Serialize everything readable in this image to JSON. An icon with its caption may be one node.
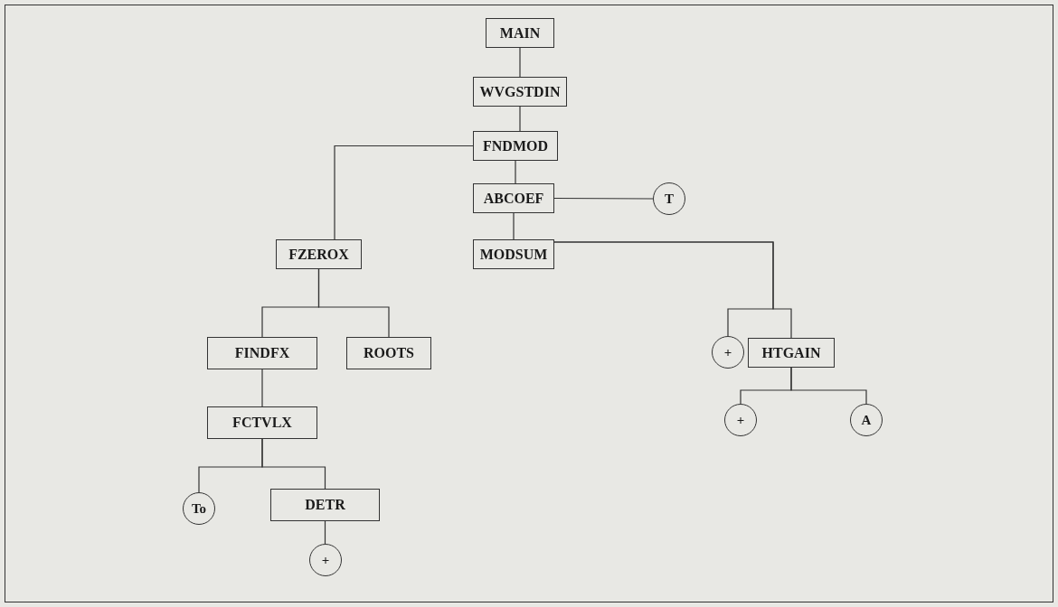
{
  "diagram": {
    "nodes": [
      {
        "text": [
          "MAIN"
        ]
      },
      {
        "text": [
          "WVGSTDIN"
        ]
      },
      {
        "text": [
          "FNDMOD"
        ]
      },
      {
        "text": [
          "ABCOEF"
        ]
      },
      {
        "text": [
          "T"
        ]
      },
      {
        "text": [
          "FZEROX"
        ]
      },
      {
        "text": [
          "MODSUM"
        ]
      },
      {
        "text": [
          "FINDFX"
        ]
      },
      {
        "text": [
          "ROOTS"
        ]
      },
      {
        "text": [
          "+"
        ]
      },
      {
        "text": [
          "HTGAIN"
        ]
      },
      {
        "text": [
          "FCTVLX"
        ]
      },
      {
        "text": [
          "+"
        ]
      },
      {
        "text": [
          "A"
        ]
      },
      {
        "text": [
          "To"
        ]
      },
      {
        "text": [
          "DETR"
        ]
      },
      {
        "text": [
          "+"
        ]
      }
    ],
    "edges": [
      {
        "from": 0,
        "to": 1,
        "arrow": "none"
      },
      {
        "from": 1,
        "to": 2,
        "arrow": "none"
      },
      {
        "from": 2,
        "to": 3,
        "arrow": "none"
      },
      {
        "from": 2,
        "to": 5,
        "arrow": "none"
      },
      {
        "from": 3,
        "to": 4,
        "arrow": "none"
      },
      {
        "from": 3,
        "to": 6,
        "arrow": "none"
      },
      {
        "from": 6,
        "to": 9,
        "arrow": "none"
      },
      {
        "from": 6,
        "to": 10,
        "arrow": "none"
      },
      {
        "from": 5,
        "to": 7,
        "arrow": "none"
      },
      {
        "from": 5,
        "to": 8,
        "arrow": "none"
      },
      {
        "from": 7,
        "to": 11,
        "arrow": "none"
      },
      {
        "from": 11,
        "to": 14,
        "arrow": "none"
      },
      {
        "from": 11,
        "to": 15,
        "arrow": "none"
      },
      {
        "from": 15,
        "to": 16,
        "arrow": "none"
      },
      {
        "from": 10,
        "to": 12,
        "arrow": "none"
      },
      {
        "from": 10,
        "to": 13,
        "arrow": "none"
      }
    ]
  }
}
